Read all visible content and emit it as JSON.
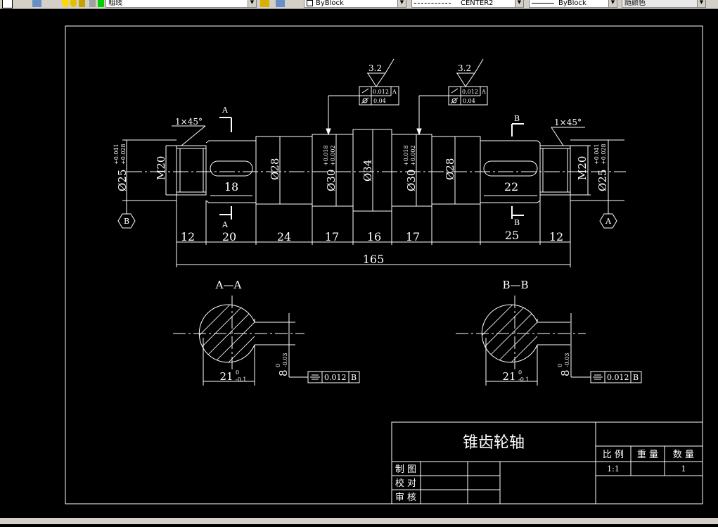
{
  "toolbar": {
    "layer_name": "粗线",
    "color_value": "ByBlock",
    "linetype_value": "CENTER2",
    "lineweight_value": "ByBlock",
    "plotstyle_value": "随颜色"
  },
  "drawing": {
    "title_block": {
      "part_name": "锥齿轮轴",
      "scale_header": "比 例",
      "weight_header": "重 量",
      "quantity_header": "数 量",
      "scale_value": "1:1",
      "quantity_value": "1",
      "drawn_label": "制 图",
      "checked_label": "校 对",
      "approved_label": "审 核"
    },
    "main_view": {
      "chamfer_left": "1×45°",
      "chamfer_right": "1×45°",
      "roughness_left": "3.2",
      "roughness_right": "3.2",
      "tol_left_1": "0.012",
      "tol_left_1_ref": "A",
      "tol_left_2": "0.04",
      "tol_right_1": "0.012",
      "tol_right_1_ref": "A",
      "tol_right_2": "0.04",
      "section_a": "A",
      "section_b": "B",
      "datum_b": "B",
      "datum_a": "A",
      "thread_left": "M20",
      "thread_right": "M20",
      "dia_25": "Ø25",
      "tol_25_upper": "+0.041",
      "tol_25_lower": "+0.028",
      "dia_28": "Ø28",
      "dia_30": "Ø30",
      "tol_30_upper": "+0.018",
      "tol_30_lower": "+0.002",
      "dia_34": "Ø34",
      "key_left": "18",
      "key_right": "22",
      "dims": [
        "12",
        "20",
        "24",
        "17",
        "16",
        "17",
        "25",
        "12"
      ],
      "total_length": "165"
    },
    "section_views": {
      "aa_title": "A—A",
      "bb_title": "B—B",
      "width_dim": "21",
      "width_tol_upper": "0",
      "width_tol_lower": "-0.1",
      "key_dim": "8",
      "key_tol_upper": "0",
      "key_tol_lower": "-0.03",
      "sym_tol": "0.012",
      "sym_ref": "B"
    }
  },
  "colors": {
    "background": "#000000",
    "line": "#ffffff",
    "toolbar": "#d4d0c8"
  }
}
